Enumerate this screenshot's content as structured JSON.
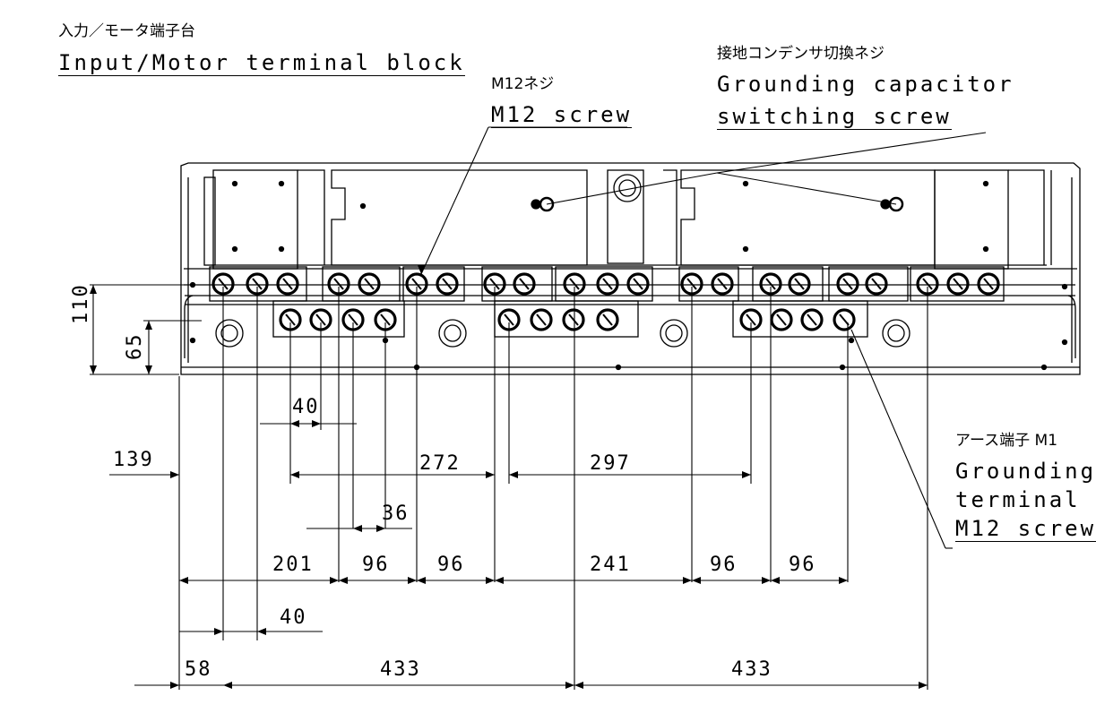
{
  "labels": {
    "block_jp": "入力／モータ端子台",
    "block_en": "Input/Motor terminal block",
    "m12_jp": "M12ネジ",
    "m12_en": "M12 screw",
    "cap_jp": "接地コンデンサ切換ネジ",
    "cap_en1": "Grounding capacitor",
    "cap_en2": "switching screw",
    "earth_jp": "アース端子 M1",
    "earth_en1": "Grounding",
    "earth_en2": "terminal",
    "earth_en3": "M12 screw"
  },
  "dimensions": {
    "vertical": [
      "110",
      "65"
    ],
    "horizontal": [
      "40",
      "139",
      "272",
      "297",
      "36",
      "201",
      "96",
      "96",
      "241",
      "96",
      "96",
      "40",
      "58",
      "433",
      "433"
    ]
  }
}
